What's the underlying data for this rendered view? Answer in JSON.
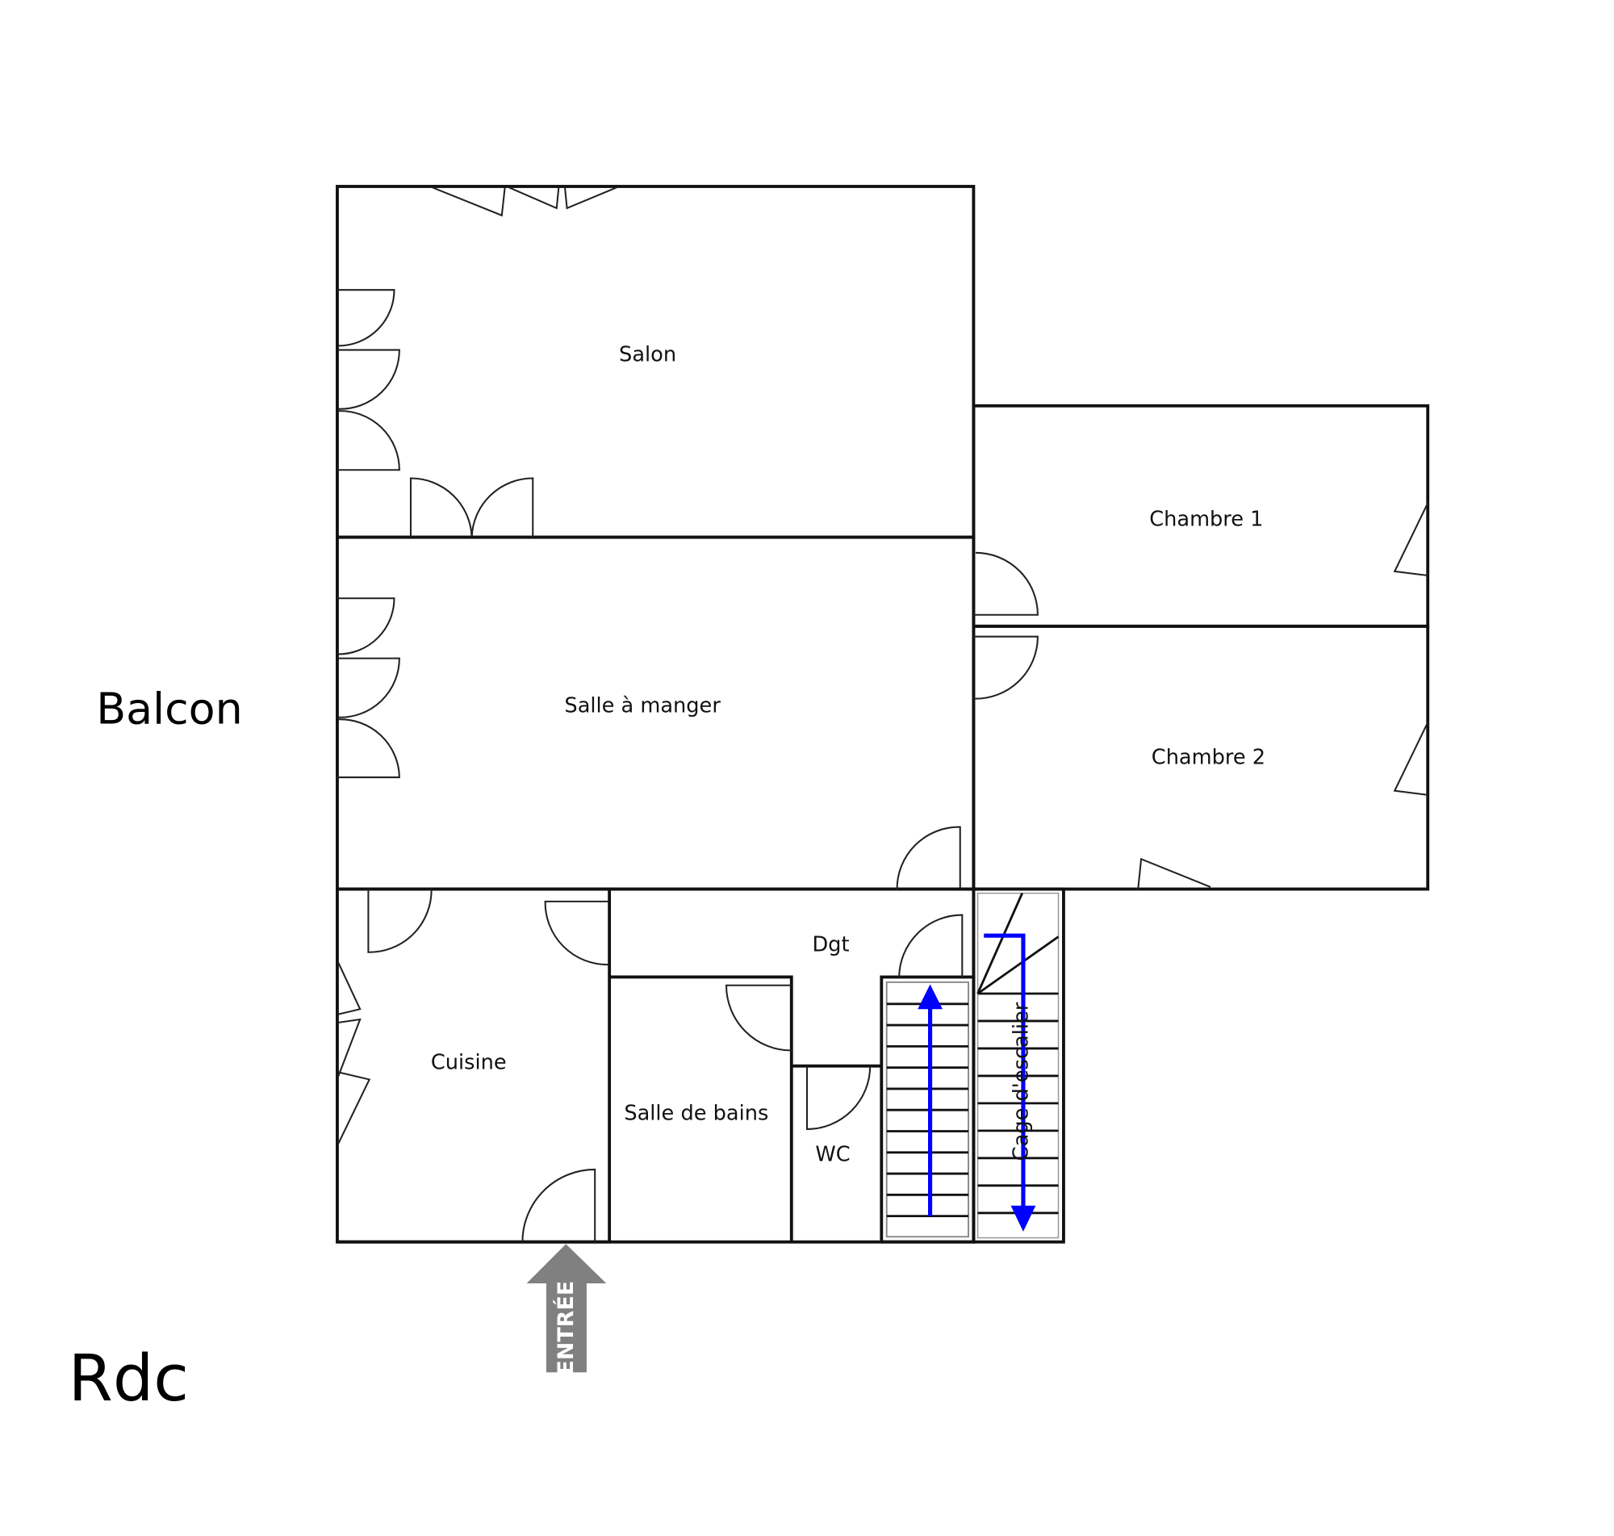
{
  "plan": {
    "level": "Rdc",
    "outside_label": "Balcon",
    "entrance_label": "ENTRÉE",
    "rooms": {
      "salon": "Salon",
      "salle_a_manger": "Salle à manger",
      "chambre1": "Chambre 1",
      "chambre2": "Chambre 2",
      "dgt": "Dgt",
      "cuisine": "Cuisine",
      "salle_de_bains": "Salle de bains",
      "wc": "WC",
      "cage_escalier": "Cage d'escalier"
    },
    "colors": {
      "wall": "#111111",
      "stair_arrow": "#0000ff",
      "entrance_arrow": "#808080"
    }
  }
}
